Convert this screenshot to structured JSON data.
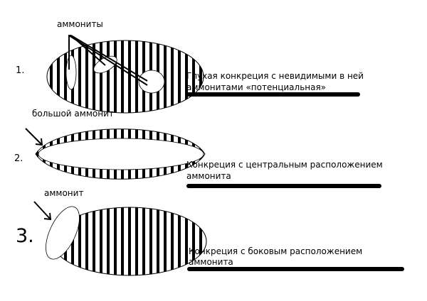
{
  "labels": {
    "ammonites": "аммониты",
    "big_ammonite": "большой аммонит",
    "ammonite": "аммонит"
  },
  "items": [
    {
      "number": "1.",
      "line1": "Глухая конкреция с невидимыми в ней",
      "line2": "аммонитами «потенциальная»"
    },
    {
      "number": "2.",
      "line1": "Конкреция с центральным расположением",
      "line2": "аммонита"
    },
    {
      "number": "3.",
      "line1": "Конкреция с боковым расположением",
      "line2": "аммонита"
    }
  ]
}
